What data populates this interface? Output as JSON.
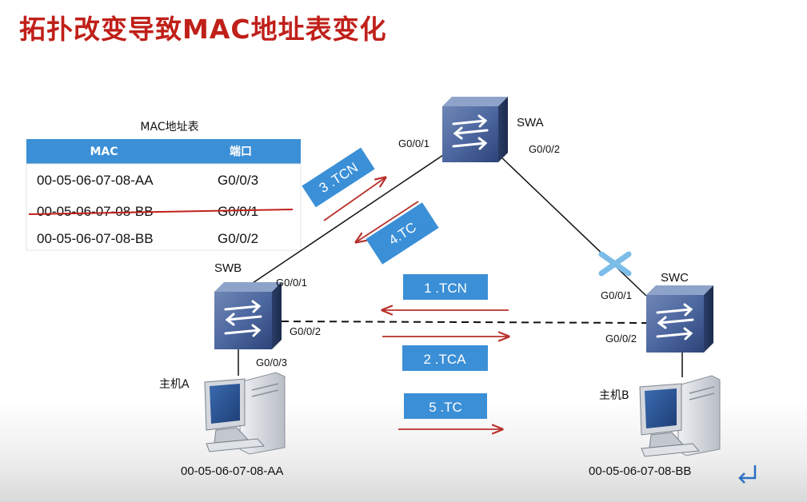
{
  "title": "拓扑改变导致MAC地址表变化",
  "mac_table": {
    "caption": "MAC地址表",
    "headers": [
      "MAC",
      "端口"
    ],
    "rows": [
      {
        "mac": "00-05-06-07-08-AA",
        "port": "G0/0/3",
        "struck": false
      },
      {
        "mac": "00-05-06-07-08-BB",
        "port": "G0/0/1",
        "struck": true
      },
      {
        "mac": "00-05-06-07-08-BB",
        "port": "G0/0/2",
        "struck": false
      }
    ]
  },
  "switches": {
    "swa": {
      "name": "SWA",
      "port_left": "G0/0/1",
      "port_right": "G0/0/2"
    },
    "swb": {
      "name": "SWB",
      "port_up": "G0/0/1",
      "port_right": "G0/0/2",
      "port_down": "G0/0/3"
    },
    "swc": {
      "name": "SWC",
      "port_up": "G0/0/1",
      "port_left": "G0/0/2"
    }
  },
  "hosts": {
    "a": {
      "name": "主机A",
      "mac": "00-05-06-07-08-AA"
    },
    "b": {
      "name": "主机B",
      "mac": "00-05-06-07-08-BB"
    }
  },
  "messages": {
    "m1": "1 .TCN",
    "m2": "2 .TCA",
    "m3": "3 .TCN",
    "m4": "4.TC",
    "m5": "5 .TC"
  },
  "colors": {
    "title": "#c0201a",
    "table_header": "#3b8fd6",
    "message_box": "#3b8fd6",
    "arrow": "#b8302a",
    "link_failure": "#7bbce8"
  }
}
